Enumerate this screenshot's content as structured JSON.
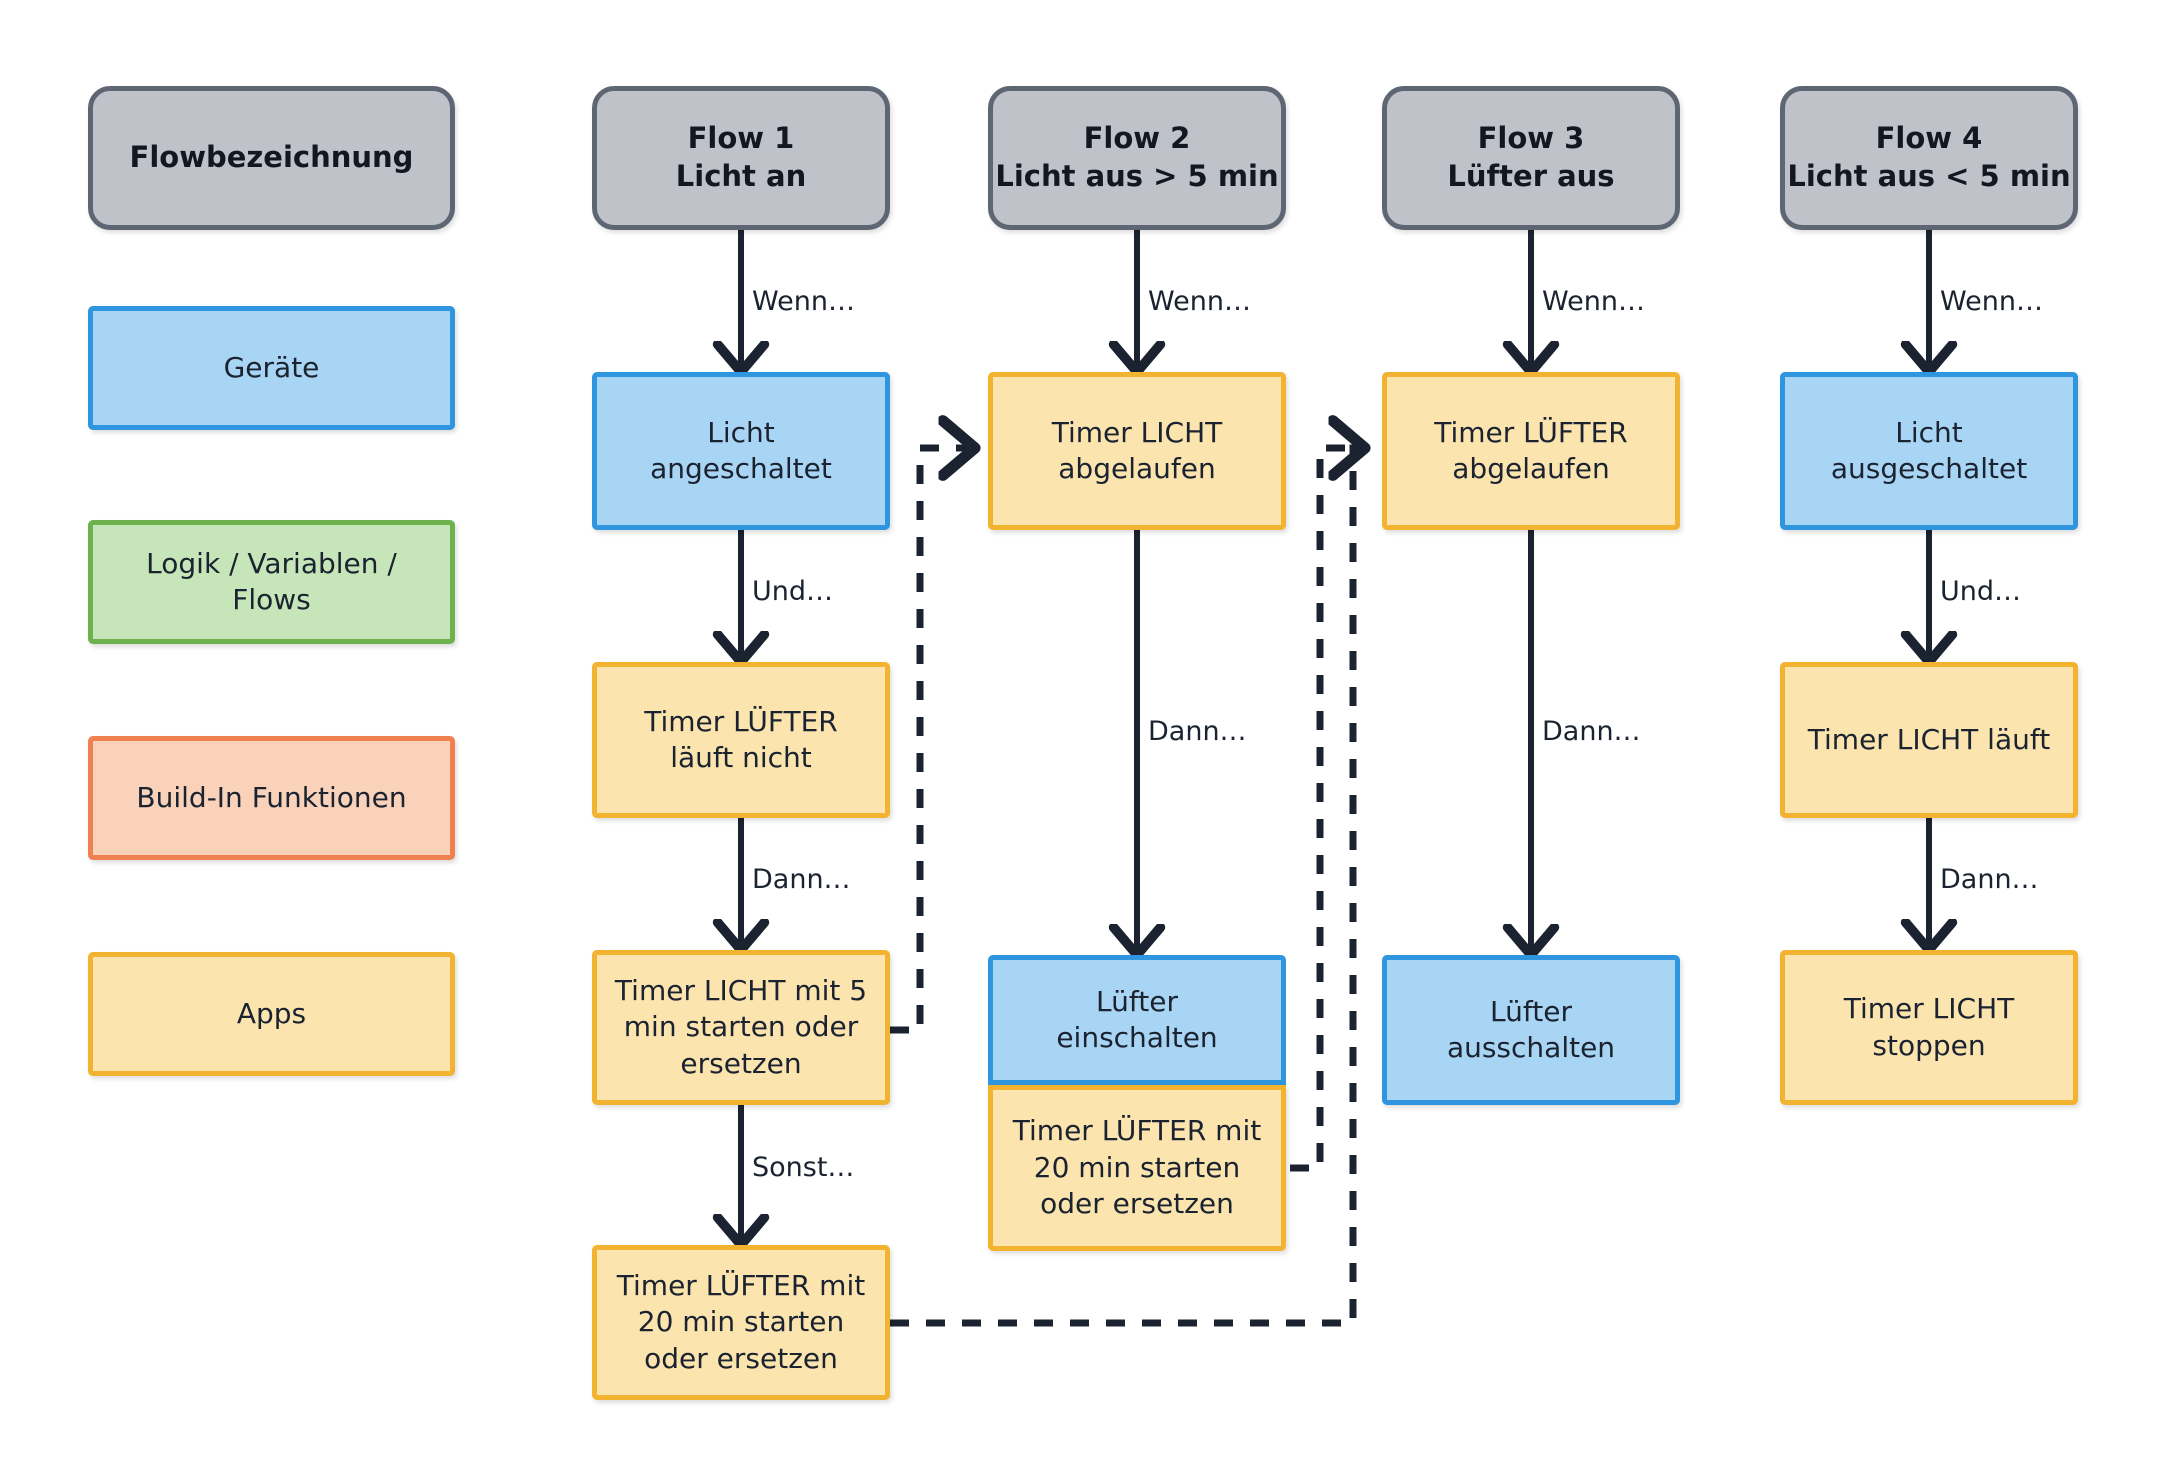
{
  "legend": {
    "items": [
      {
        "label": "Flowbezeichnung",
        "kind": "header"
      },
      {
        "label": "Geräte",
        "kind": "device"
      },
      {
        "label": "Logik / Variablen /\nFlows",
        "kind": "logic"
      },
      {
        "label": "Build-In Funktionen",
        "kind": "builtin"
      },
      {
        "label": "Apps",
        "kind": "app"
      }
    ]
  },
  "colors": {
    "header_fill": "#bfc3c9",
    "header_stroke": "#5d6672",
    "device_fill": "#a9d5f5",
    "device_stroke": "#2f95de",
    "logic_fill": "#c6e5b8",
    "logic_stroke": "#6eb250",
    "builtin_fill": "#fad2ba",
    "builtin_stroke": "#ef8050",
    "app_fill": "#fbe4ae",
    "app_stroke": "#f2b430",
    "wire": "#1b2330"
  },
  "flows": [
    {
      "title": "Flow 1\nLicht an",
      "nodes": [
        {
          "label": "Licht\nangeschaltet",
          "kind": "device"
        },
        {
          "label": "Timer LÜFTER\nläuft nicht",
          "kind": "app"
        },
        {
          "label": "Timer LICHT mit 5\nmin starten oder\nersetzen",
          "kind": "app"
        },
        {
          "label": "Timer LÜFTER mit\n20 min starten\noder ersetzen",
          "kind": "app"
        }
      ],
      "edge_labels": [
        "Wenn…",
        "Und…",
        "Dann…",
        "Sonst…"
      ]
    },
    {
      "title": "Flow 2\nLicht aus > 5 min",
      "nodes": [
        {
          "label": "Timer LICHT\nabgelaufen",
          "kind": "app"
        },
        {
          "label": "Lüfter\neinschalten",
          "kind": "device"
        },
        {
          "label": "Timer LÜFTER mit\n20 min starten\noder ersetzen",
          "kind": "app"
        }
      ],
      "edge_labels": [
        "Wenn…",
        "Dann…"
      ]
    },
    {
      "title": "Flow 3\nLüfter aus",
      "nodes": [
        {
          "label": "Timer LÜFTER\nabgelaufen",
          "kind": "app"
        },
        {
          "label": "Lüfter\nausschalten",
          "kind": "device"
        }
      ],
      "edge_labels": [
        "Wenn…",
        "Dann…"
      ]
    },
    {
      "title": "Flow 4\nLicht aus < 5 min",
      "nodes": [
        {
          "label": "Licht\nausgeschaltet",
          "kind": "device"
        },
        {
          "label": "Timer LICHT läuft",
          "kind": "app"
        },
        {
          "label": "Timer LICHT\nstoppen",
          "kind": "app"
        }
      ],
      "edge_labels": [
        "Wenn…",
        "Und…",
        "Dann…"
      ]
    }
  ]
}
